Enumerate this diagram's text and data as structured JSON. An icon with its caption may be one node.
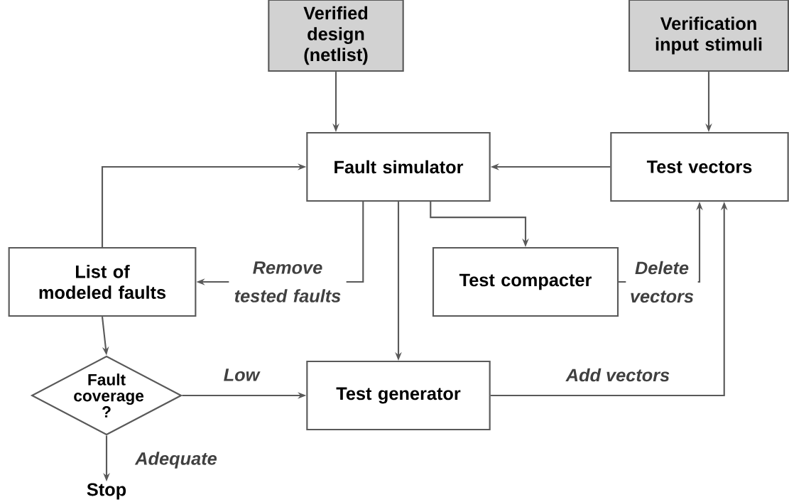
{
  "diagram": {
    "nodes": [
      {
        "text": [
          "Verified design (netlist)"
        ]
      },
      {
        "text": [
          "Verification input stimuli"
        ]
      },
      {
        "text": [
          "Fault simulator"
        ]
      },
      {
        "text": [
          "Test vectors"
        ]
      },
      {
        "text": [
          "List of modeled faults"
        ]
      },
      {
        "text": [
          "Test compacter"
        ]
      },
      {
        "text": [
          "Fault coverage ?"
        ]
      },
      {
        "text": [
          "Test generator"
        ]
      },
      {
        "text": [
          "Stop"
        ]
      }
    ],
    "edges": [
      {
        "from": 0,
        "to": 2,
        "arrow": "to"
      },
      {
        "from": 1,
        "to": 3,
        "arrow": "to"
      },
      {
        "from": 3,
        "to": 2,
        "arrow": "to"
      },
      {
        "from": 4,
        "to": 2,
        "arrow": "to"
      },
      {
        "from": 2,
        "to": 4,
        "arrow": "to",
        "label": "Remove tested faults"
      },
      {
        "from": 2,
        "to": 5,
        "arrow": "to"
      },
      {
        "from": 5,
        "to": 3,
        "arrow": "to",
        "label": "Delete vectors"
      },
      {
        "from": 2,
        "to": 7,
        "arrow": "to"
      },
      {
        "from": 4,
        "to": 6,
        "arrow": "to"
      },
      {
        "from": 6,
        "to": 7,
        "arrow": "to",
        "label": "Low"
      },
      {
        "from": 7,
        "to": 3,
        "arrow": "to",
        "label": "Add vectors"
      },
      {
        "from": 6,
        "to": 8,
        "arrow": "to",
        "label": "Adequate"
      }
    ]
  }
}
